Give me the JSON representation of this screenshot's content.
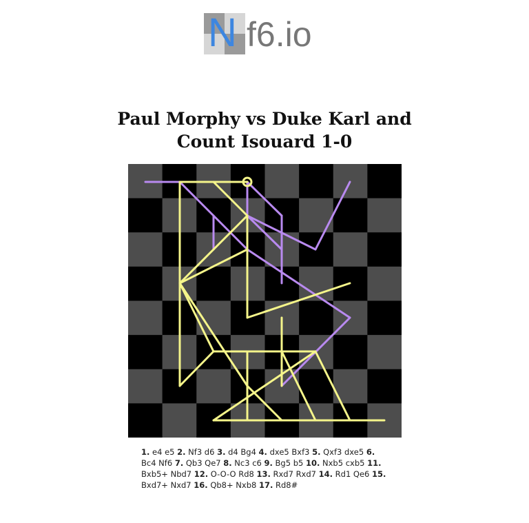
{
  "logo": {
    "letter": "N",
    "rest": "f6.io"
  },
  "title": "Paul Morphy vs Duke Karl and Count Isouard 1-0",
  "colors": {
    "dark_square": "#000000",
    "light_square": "#4d4d4d",
    "white_path": "#f5f58a",
    "black_path": "#b98af0"
  },
  "moves": [
    {
      "num": "1.",
      "text": " e4 e5 "
    },
    {
      "num": "2.",
      "text": " Nf3 d6 "
    },
    {
      "num": "3.",
      "text": " d4 Bg4 "
    },
    {
      "num": "4.",
      "text": " dxe5 Bxf3 "
    },
    {
      "num": "5.",
      "text": " Qxf3 dxe5 "
    },
    {
      "num": "6.",
      "text": " Bc4 Nf6 "
    },
    {
      "num": "7.",
      "text": " Qb3 Qe7 "
    },
    {
      "num": "8.",
      "text": " Nc3 c6 "
    },
    {
      "num": "9.",
      "text": " Bg5 b5 "
    },
    {
      "num": "10.",
      "text": " Nxb5 cxb5 "
    },
    {
      "num": "11.",
      "text": " Bxb5+ Nbd7 "
    },
    {
      "num": "12.",
      "text": " O-O-O Rd8 "
    },
    {
      "num": "13.",
      "text": " Rxd7 Rxd7 "
    },
    {
      "num": "14.",
      "text": " Rd1 Qe6 "
    },
    {
      "num": "15.",
      "text": " Bxd7+ Nxd7 "
    },
    {
      "num": "16.",
      "text": " Qb8+ Nxb8 "
    },
    {
      "num": "17.",
      "text": " Rd8#"
    }
  ]
}
